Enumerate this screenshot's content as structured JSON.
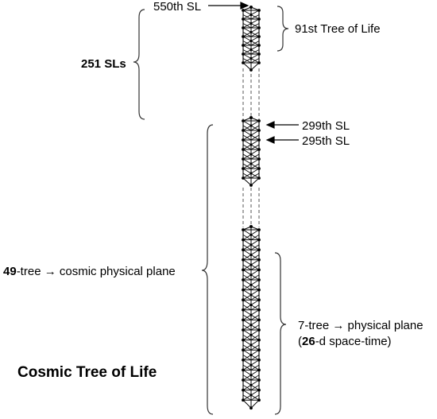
{
  "title": "Cosmic Tree of Life",
  "labels": {
    "sl550": "550th SL",
    "tree91": "91st Tree of Life",
    "sls251_num": "251",
    "sls251_rest": " SLs",
    "sl299": "299th SL",
    "sl295": "295th SL",
    "tree49_num": "49",
    "tree49_rest": "-tree → cosmic physical plane",
    "tree7_line1": "7-tree → physical plane",
    "tree7_open": "(",
    "tree7_num": "26",
    "tree7_rest": "-d space-time)"
  },
  "colors": {
    "ink": "#000000",
    "dash": "#555555",
    "brace": "#333333"
  }
}
